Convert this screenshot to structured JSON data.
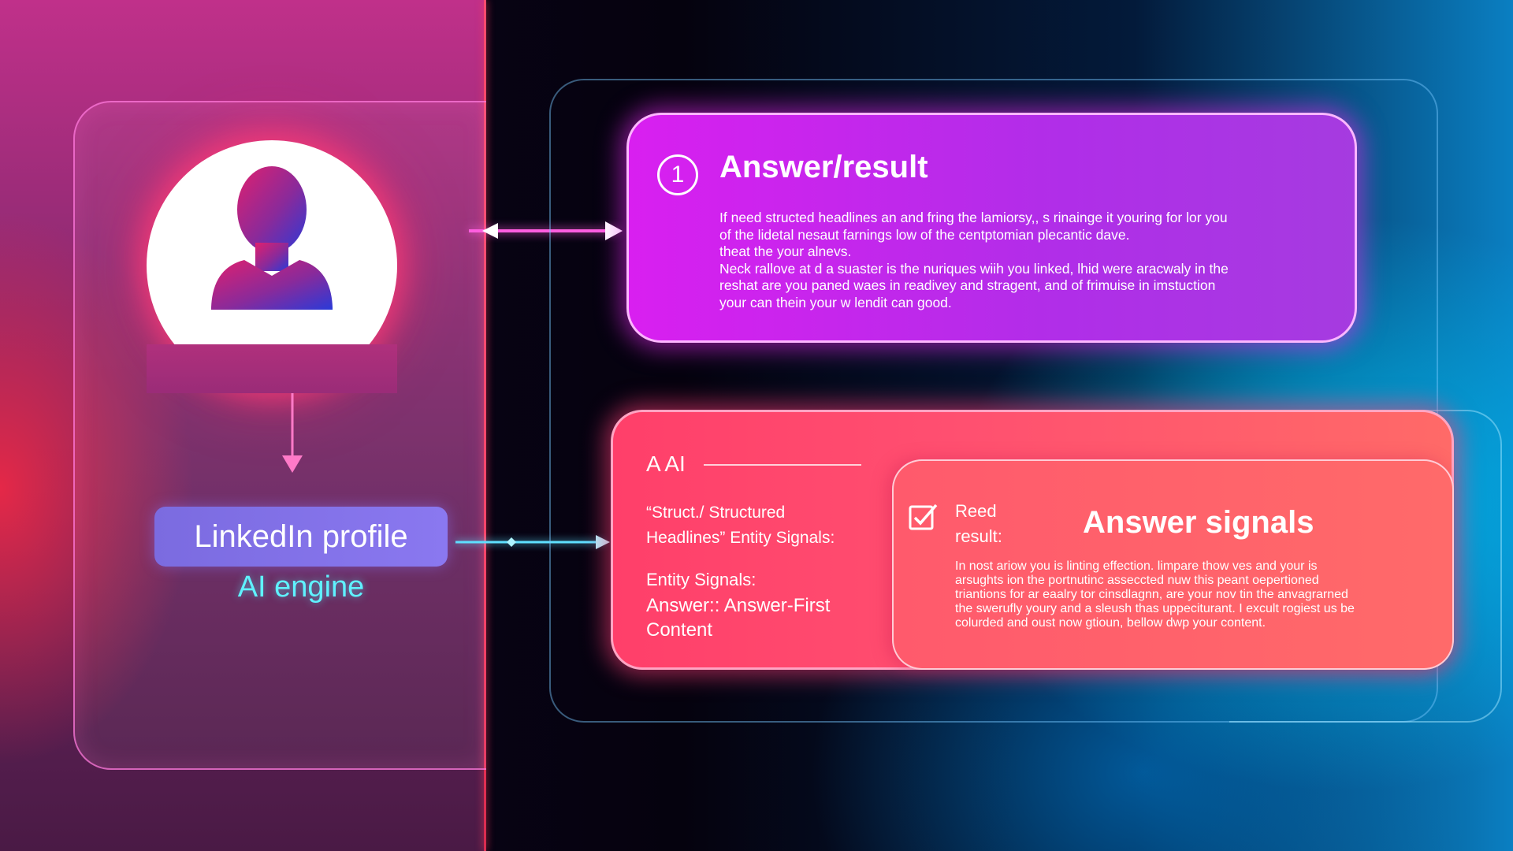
{
  "profile": {
    "badge_label": "LinkedIn profile",
    "sub_label": "AI engine"
  },
  "answer_card": {
    "number": "1",
    "title": "Answer/result",
    "body": [
      "If need structed headlines an and fring the lamiorsy,, s rinainge it youring for lor you",
      "of the lidetal nesaut farnings low of the centptomian plecantic dave.",
      "theat the your alnevs.",
      "Neck rallove at d a suaster is the nuriques wiih you linked, lhid were aracwaly in the",
      "reshat are you paned waes in readivey and stragent, and of frimuise in imstuction",
      "your can thein your w lendit can good."
    ]
  },
  "ai_card": {
    "label": "A AI",
    "col_line1": "“Struct./ Structured",
    "col_line2": "Headlines” Entity Signals:",
    "entity": "Entity Signals:",
    "answer_line1": "Answer:: Answer-First",
    "answer_line2": "Content"
  },
  "signals_card": {
    "reed_line1": "Reed",
    "reed_line2": "result:",
    "title": "Answer signals",
    "body": [
      "In nost ariow you is linting effection. limpare thow ves and your is",
      "arsughts ion the portnutinc asseccted nuw this peant oepertioned",
      "triantions for ar eaalry tor cinsdlagnn, are your nov tin the anvagrarned",
      "the swerufly youry and a sleush thas uppeciturant. I excult rogiest us be",
      "colurded and oust now gtioun, bellow dwp your content."
    ]
  },
  "colors": {
    "magenta": "#d91ff0",
    "coral": "#ff4f70",
    "cyan": "#5ff2ff",
    "violet": "#7b6be0"
  }
}
